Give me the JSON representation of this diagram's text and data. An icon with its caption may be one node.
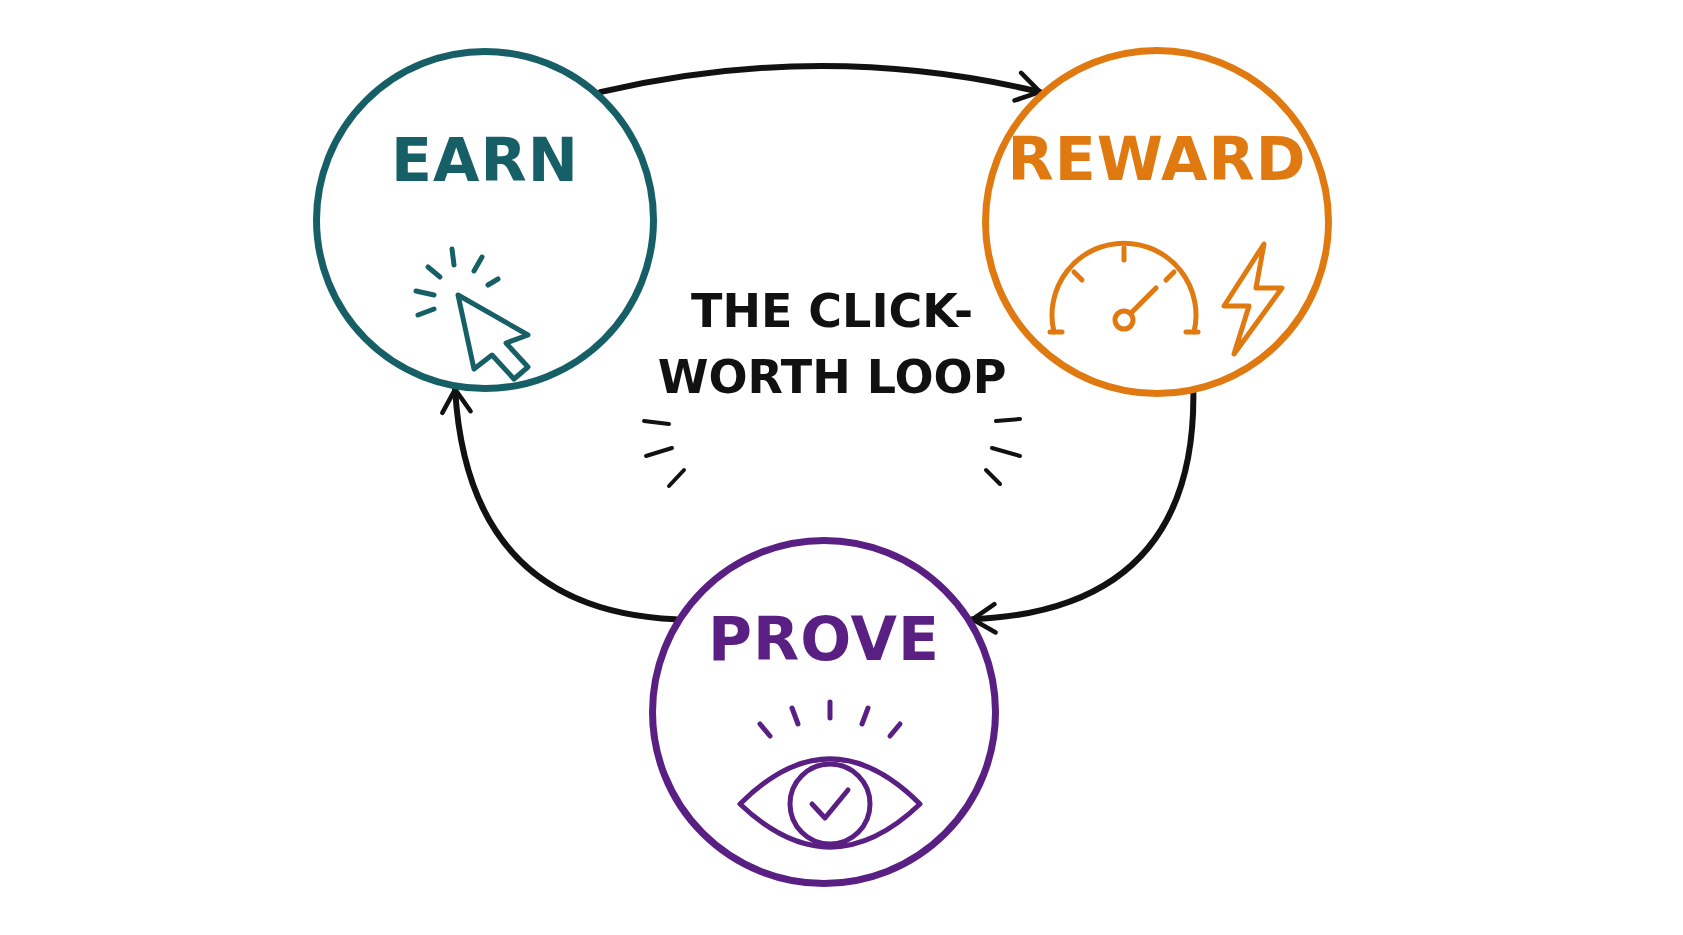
{
  "diagram": {
    "title": "THE CLICK-WORTH LOOP",
    "nodes": [
      {
        "text": [
          "EARN"
        ]
      },
      {
        "text": [
          "REWARD"
        ]
      },
      {
        "text": [
          "PROVE"
        ]
      }
    ],
    "edges": [
      {
        "from": 0,
        "to": 1,
        "arrow": "to"
      },
      {
        "from": 1,
        "to": 2,
        "arrow": "to"
      },
      {
        "from": 2,
        "to": 0,
        "arrow": "to"
      }
    ]
  }
}
